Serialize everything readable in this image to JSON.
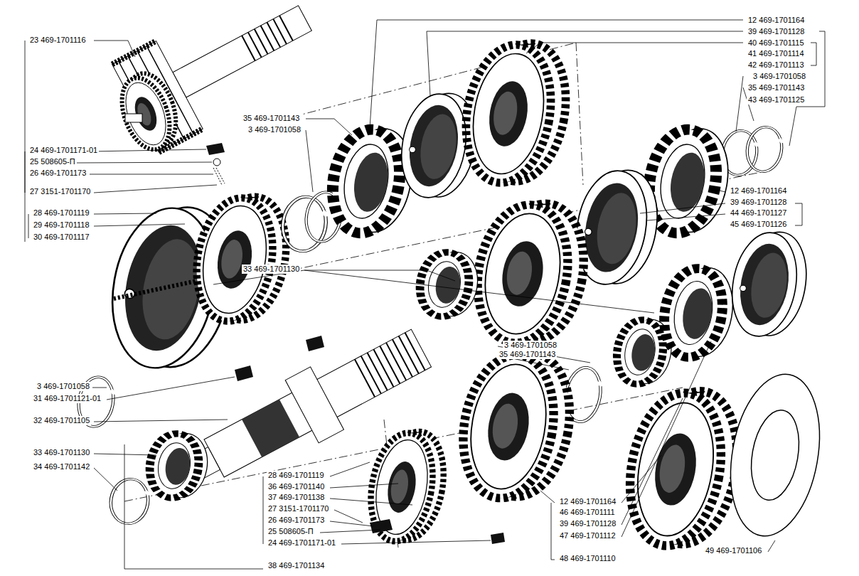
{
  "diagram": {
    "labels": [
      "23 469-1701116",
      "12 469-1701164",
      "39 469-1701128",
      "40 469-1701115",
      "41 469-1701114",
      "42 469-1701113",
      "3 469-1701058",
      "35 469-1701143",
      "43 469-1701125",
      "35 469-1701143",
      "3 469-1701058",
      "24 469-1701171-01",
      "25 508605-П",
      "26 469-1701173",
      "27 3151-1701170",
      "12 469-1701164",
      "39 469-1701128",
      "44 469-1701127",
      "45 469-1701126",
      "28 469-1701119",
      "29 469-1701118",
      "30 469-1701117",
      "33 469-1701130",
      "3 469-1701058",
      "35 469-1701143",
      "3 469-1701058",
      "31 469-1701121-01",
      "32 469-1701105",
      "33 469-1701130",
      "34 469-1701142",
      "28 469-1701119",
      "36 469-1701140",
      "37 469-1701138",
      "27 3151-1701170",
      "26 469-1701173",
      "25 508605-П",
      "24 469-1701171-01",
      "38 469-1701134",
      "12 469-1701164",
      "46 469-1701111",
      "39 469-1701128",
      "47 469-1701112",
      "48 469-1701110",
      "49 469-1701106"
    ]
  }
}
